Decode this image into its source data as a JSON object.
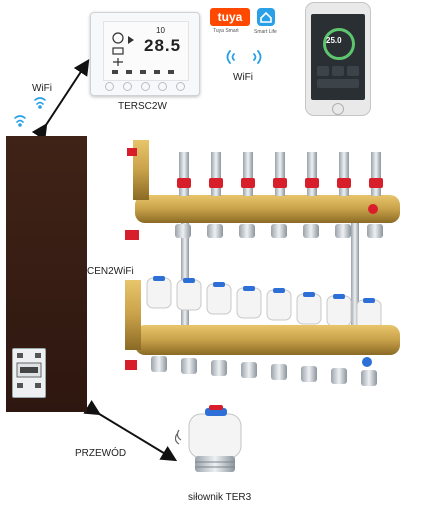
{
  "labels": {
    "wifi_left": "WiFi",
    "wifi_right": "WiFi",
    "thermostat_model": "TERSC2W",
    "controller_model": "CEN2WiFi",
    "cable": "PRZEWÓD",
    "actuator": "siłownik TER3"
  },
  "thermostat": {
    "temperature": "28.5",
    "setpoint": "10"
  },
  "phone": {
    "temperature": "25.0"
  },
  "logos": {
    "tuya": "tuya",
    "tuya_caption": "Tuya Smart",
    "smartlife_caption": "Smart Life"
  },
  "icons": [
    "wifi-signal-icon",
    "double-arrow-icon",
    "home-icon"
  ],
  "colors": {
    "controller_panel": "#3a1f16",
    "tuya_orange": "#ff4800",
    "smartlife_blue": "#2aa0e6",
    "valve_red": "#d81e2a",
    "actuator_blue": "#2d6fd6",
    "brass": "#c9a14a"
  }
}
